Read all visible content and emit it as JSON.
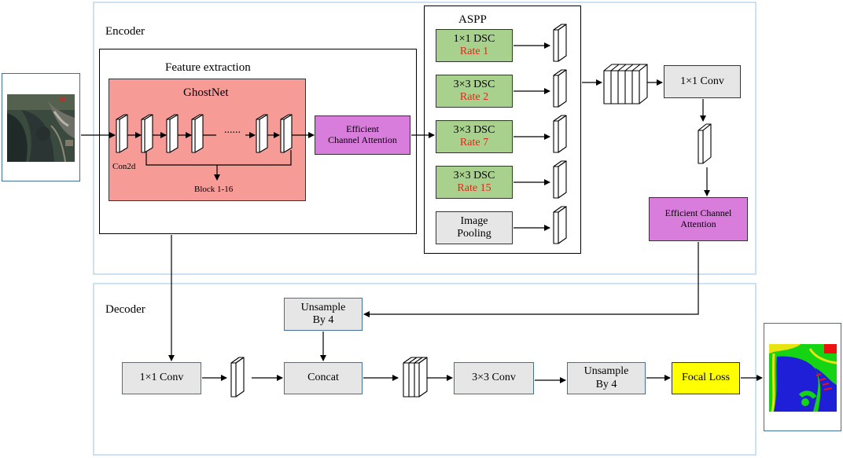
{
  "encoder": {
    "title": "Encoder",
    "feature_extraction": {
      "title": "Feature extraction",
      "ghostnet": {
        "title": "GhostNet",
        "dots": "......",
        "conv_label": "Con2d",
        "block_label": "Block 1-16"
      }
    },
    "eca_left": {
      "line1": "Efficient",
      "line2": "Channel Attention"
    },
    "aspp": {
      "title": "ASPP",
      "branches": [
        {
          "name": "1×1 DSC",
          "rate": "Rate 1"
        },
        {
          "name": "3×3 DSC",
          "rate": "Rate 2"
        },
        {
          "name": "3×3 DSC",
          "rate": "Rate 7"
        },
        {
          "name": "3×3 DSC",
          "rate": "Rate 15"
        }
      ],
      "pooling": {
        "line1": "Image",
        "line2": "Pooling"
      }
    },
    "conv1x1": "1×1 Conv",
    "eca_right": {
      "line1": "Efficient Channel",
      "line2": "Attention"
    }
  },
  "decoder": {
    "title": "Decoder",
    "upsample_top": {
      "line1": "Unsample",
      "line2": "By 4"
    },
    "conv1x1": "1×1 Conv",
    "concat": "Concat",
    "conv3x3": "3×3 Conv",
    "upsample_right": {
      "line1": "Unsample",
      "line2": "By 4"
    },
    "focal_loss": "Focal Loss"
  },
  "colors": {
    "ghostnet_fill": "#f79b97",
    "aspp_branch_fill": "#a9d18e",
    "eca_fill": "#d97ddc",
    "focal_loss_fill": "#ffff00",
    "region_border": "#cfe0ee",
    "rate_text": "#e8231a",
    "seg_blue": "#1f1fd8",
    "seg_green": "#14d414",
    "seg_yellow": "#e8e414",
    "seg_red": "#ee1111"
  }
}
